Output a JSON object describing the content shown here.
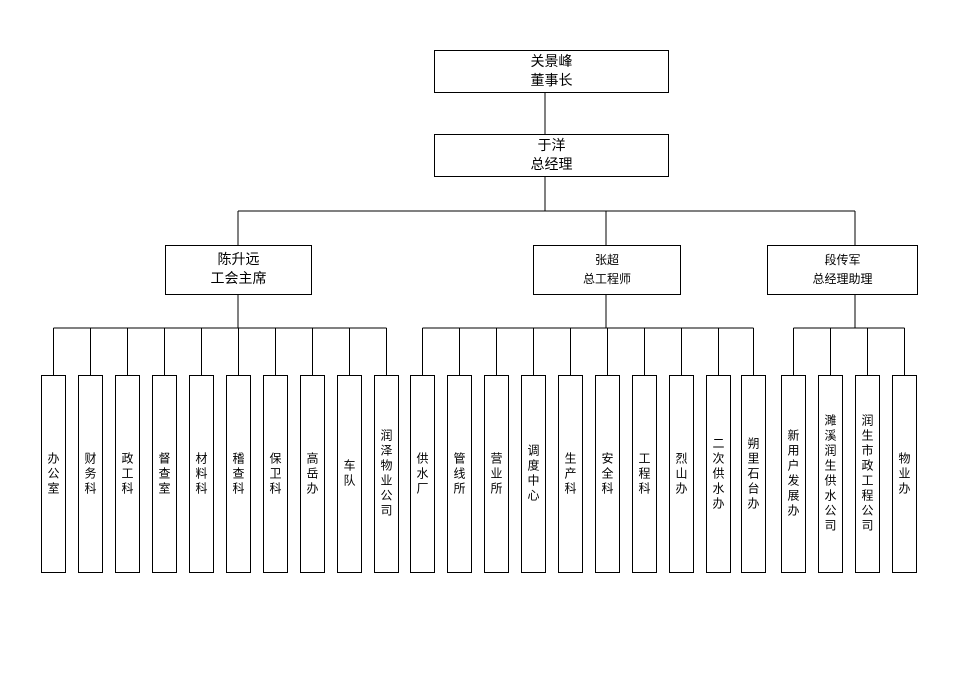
{
  "chairman": {
    "name": "关景峰",
    "title": "董事长"
  },
  "gm": {
    "name": "于洋",
    "title": "总经理"
  },
  "managers": [
    {
      "name": "陈升远",
      "title": "工会主席"
    },
    {
      "name": "张超",
      "title": "总工程师"
    },
    {
      "name": "段传军",
      "title": "总经理助理"
    }
  ],
  "departments": [
    [
      "办公室",
      "财务科",
      "政工科",
      "督查室",
      "材料科",
      "稽查科",
      "保卫科",
      "高岳办",
      "车队",
      "润泽物业公司"
    ],
    [
      "供水厂",
      "管线所",
      "营业所",
      "调度中心",
      "生产科",
      "安全科",
      "工程科",
      "烈山办",
      "二次供水办",
      "朔里石台办"
    ],
    [
      "新用户发展办",
      "濉溪润生供水公司",
      "润生市政工程公司",
      "物业办"
    ]
  ]
}
